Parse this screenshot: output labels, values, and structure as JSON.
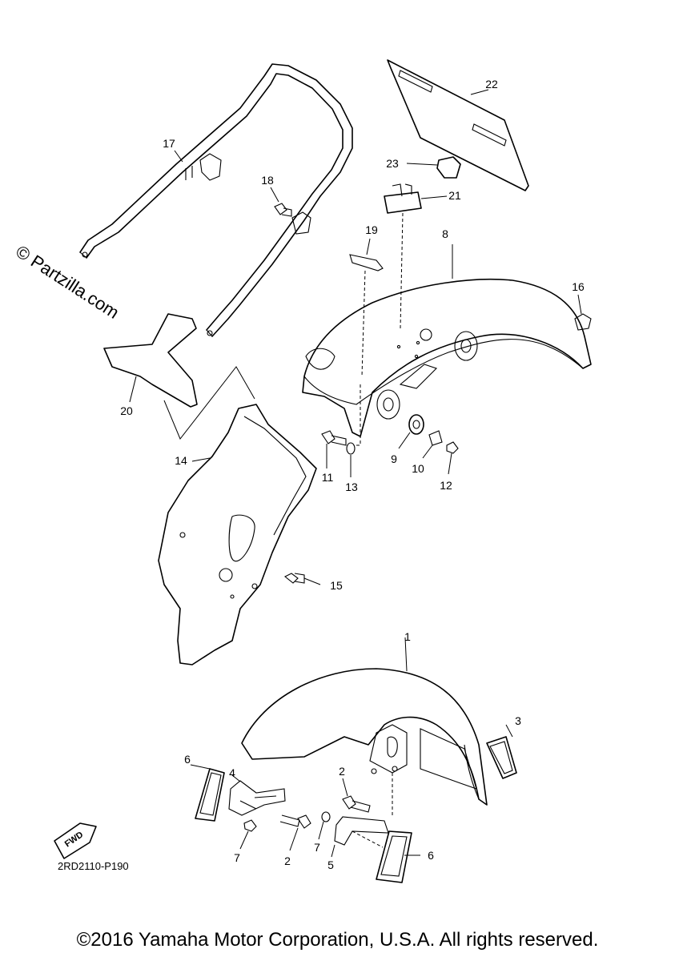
{
  "watermark": "© Partzilla.com",
  "diagram_code": "2RD2110-P190",
  "fwd_label": "FWD",
  "copyright": "©2016 Yamaha Motor Corporation, U.S.A. All rights reserved.",
  "callouts": {
    "c1": "1",
    "c2a": "2",
    "c2b": "2",
    "c3": "3",
    "c4": "4",
    "c5": "5",
    "c6a": "6",
    "c6b": "6",
    "c7a": "7",
    "c7b": "7",
    "c8": "8",
    "c9": "9",
    "c10": "10",
    "c11": "11",
    "c12": "12",
    "c13": "13",
    "c14": "14",
    "c15": "15",
    "c16": "16",
    "c17": "17",
    "c18": "18",
    "c19": "19",
    "c20": "20",
    "c21": "21",
    "c22": "22",
    "c23": "23"
  }
}
